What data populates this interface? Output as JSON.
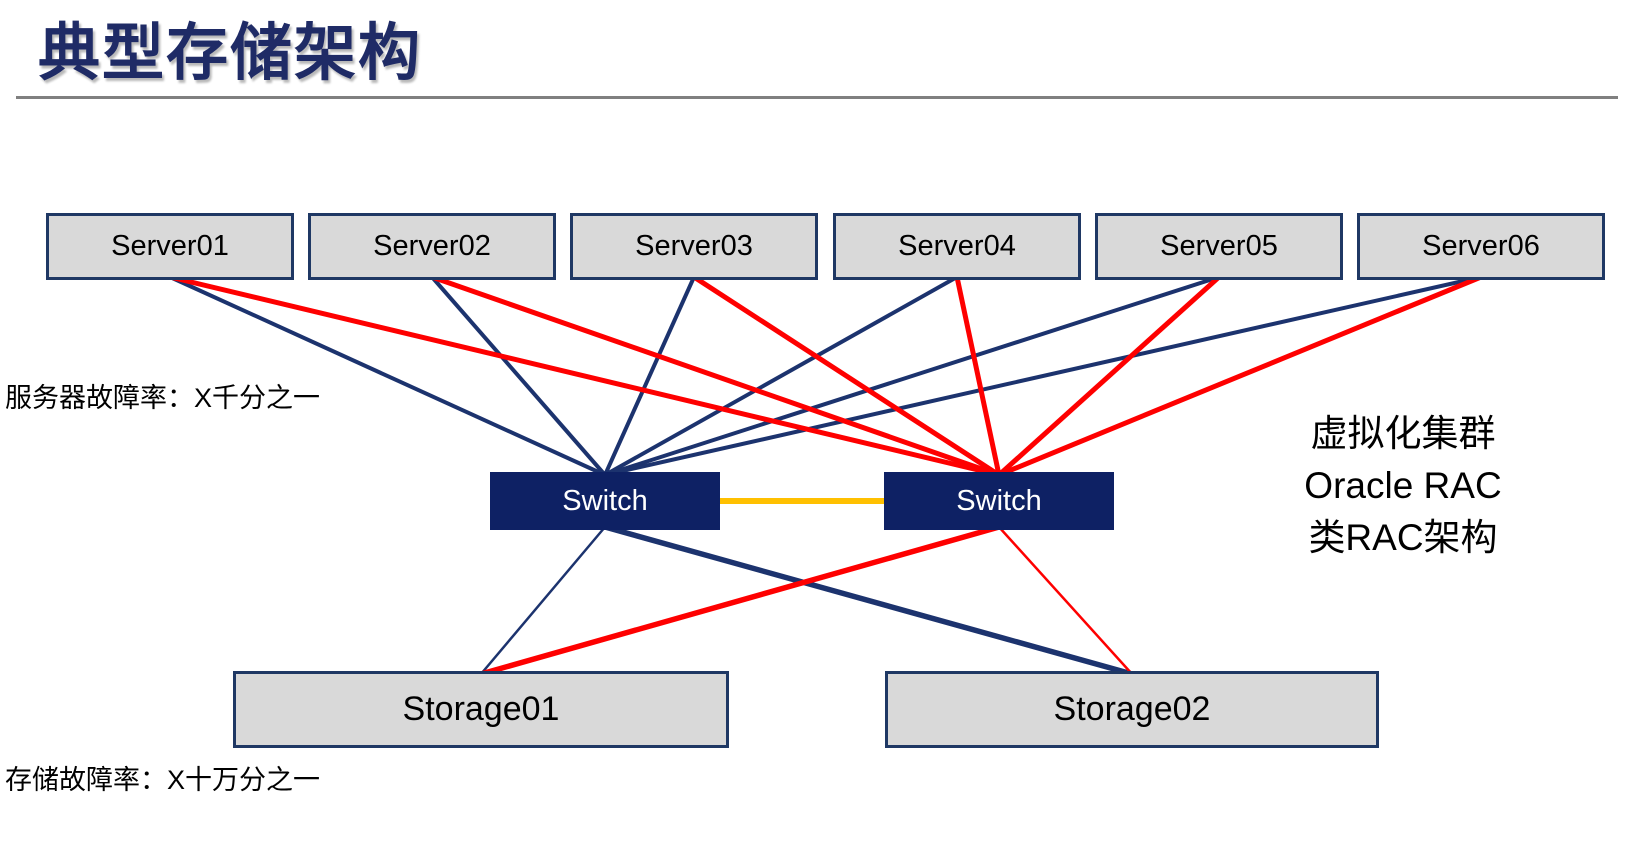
{
  "title": "典型存储架构",
  "labels": {
    "server_failure_rate": "服务器故障率：X千分之一",
    "storage_failure_rate": "存储故障率：X十万分之一",
    "cluster_note_line1": "虚拟化集群",
    "cluster_note_line2": "Oracle RAC",
    "cluster_note_line3": "类RAC架构"
  },
  "diagram": {
    "servers": [
      {
        "id": "server1",
        "label": "Server01"
      },
      {
        "id": "server2",
        "label": "Server02"
      },
      {
        "id": "server3",
        "label": "Server03"
      },
      {
        "id": "server4",
        "label": "Server04"
      },
      {
        "id": "server5",
        "label": "Server05"
      },
      {
        "id": "server6",
        "label": "Server06"
      }
    ],
    "switches": [
      {
        "id": "switch-left",
        "label": "Switch"
      },
      {
        "id": "switch-right",
        "label": "Switch"
      }
    ],
    "storages": [
      {
        "id": "storage1",
        "label": "Storage01"
      },
      {
        "id": "storage2",
        "label": "Storage02"
      }
    ],
    "edges": [
      {
        "from": "server1",
        "to": "switch-left",
        "color": "navy",
        "width": 4
      },
      {
        "from": "server2",
        "to": "switch-left",
        "color": "navy",
        "width": 4
      },
      {
        "from": "server3",
        "to": "switch-left",
        "color": "navy",
        "width": 4
      },
      {
        "from": "server4",
        "to": "switch-left",
        "color": "navy",
        "width": 4
      },
      {
        "from": "server5",
        "to": "switch-left",
        "color": "navy",
        "width": 4
      },
      {
        "from": "server6",
        "to": "switch-left",
        "color": "navy",
        "width": 4
      },
      {
        "from": "switch-left",
        "to": "storage1",
        "color": "navy",
        "width": 2.5
      },
      {
        "from": "switch-left",
        "to": "storage2",
        "color": "navy",
        "width": 5.5
      },
      {
        "from": "server1",
        "to": "switch-right",
        "color": "red",
        "width": 5
      },
      {
        "from": "server2",
        "to": "switch-right",
        "color": "red",
        "width": 5
      },
      {
        "from": "server3",
        "to": "switch-right",
        "color": "red",
        "width": 5
      },
      {
        "from": "server4",
        "to": "switch-right",
        "color": "red",
        "width": 5
      },
      {
        "from": "server5",
        "to": "switch-right",
        "color": "red",
        "width": 5
      },
      {
        "from": "server6",
        "to": "switch-right",
        "color": "red",
        "width": 5
      },
      {
        "from": "switch-right",
        "to": "storage1",
        "color": "red",
        "width": 5.5
      },
      {
        "from": "switch-right",
        "to": "storage2",
        "color": "red",
        "width": 2.5
      },
      {
        "from": "switch-left",
        "fromAnchor": "right",
        "to": "switch-right",
        "toAnchor": "left",
        "color": "orange",
        "width": 6
      }
    ]
  },
  "colors": {
    "navy": "#1C336E",
    "red": "#FE0000",
    "orange": "#FFC000",
    "box_fill": "#D9D9D9",
    "box_border": "#1F3864",
    "switch_fill": "#0E2164",
    "title": "#1F2B66",
    "divider": "#808080"
  }
}
